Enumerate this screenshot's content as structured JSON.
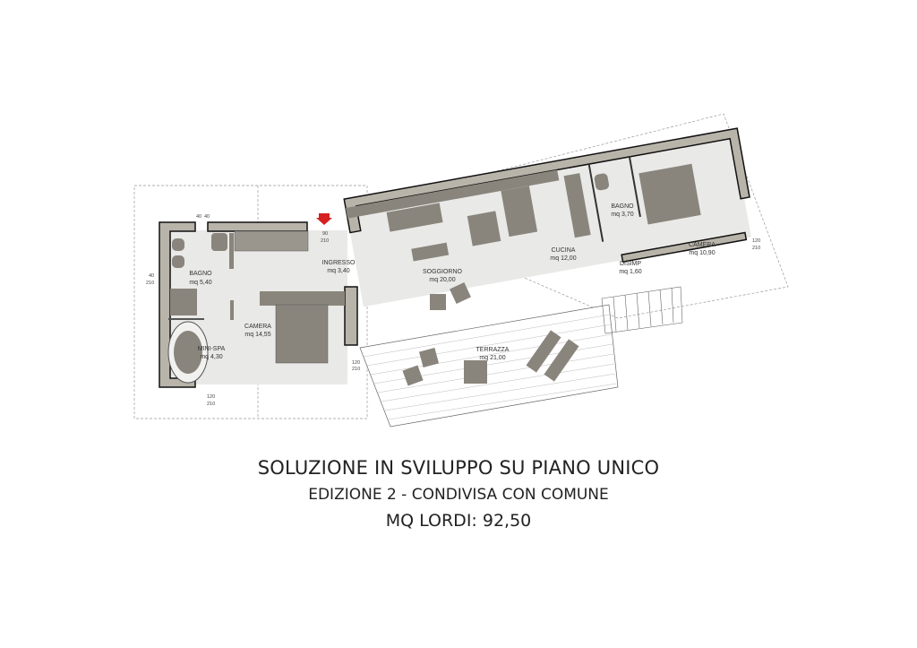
{
  "rooms": {
    "bagno1": {
      "name": "BAGNO",
      "area": "mq 5,40"
    },
    "ingresso": {
      "name": "INGRESSO",
      "area": "mq 3,40"
    },
    "camera1": {
      "name": "CAMERA",
      "area": "mq 14,55"
    },
    "minispa": {
      "name": "MINI-SPA",
      "area": "mq 4,30"
    },
    "soggiorno": {
      "name": "SOGGIORNO",
      "area": "mq 20,00"
    },
    "cucina": {
      "name": "CUCINA",
      "area": "mq 12,00"
    },
    "bagno2": {
      "name": "BAGNO",
      "area": "mq 3,70"
    },
    "disimp": {
      "name": "DISIMP",
      "area": "mq 1,60"
    },
    "camera2": {
      "name": "CAMERA",
      "area": "mq 10,90"
    },
    "terrazza": {
      "name": "TERRAZZA",
      "area": "mq 21,00"
    }
  },
  "dimensions": {
    "window_top": [
      "40",
      "40"
    ],
    "window_left": [
      "40",
      "210"
    ],
    "entry_door": [
      "90",
      "210"
    ],
    "window_std": [
      "120",
      "210"
    ]
  },
  "entrance_marker_color": "#d62020",
  "wall_color": "#b9b4aa",
  "furniture_color": "#8a857c",
  "title": {
    "line1": "SOLUZIONE IN SVILUPPO SU PIANO UNICO",
    "line2": "EDIZIONE 2 - CONDIVISA CON COMUNE",
    "line3": "MQ LORDI: 92,50"
  }
}
